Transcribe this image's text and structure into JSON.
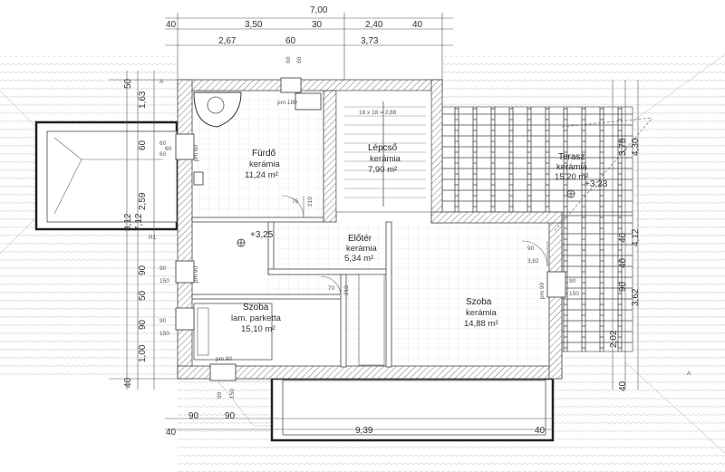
{
  "rooms": [
    {
      "name": "Fürdő",
      "floor": "kerámia",
      "area": "11,24 m²"
    },
    {
      "name": "Lépcső",
      "floor": "kerámia",
      "area": "7,90 m²"
    },
    {
      "name": "Terasz",
      "floor": "kerámia",
      "area": "15,20 m²"
    },
    {
      "name": "Előtér",
      "floor": "kerámia",
      "area": "5,34 m²"
    },
    {
      "name": "Szoba",
      "floor": "lam. parketta",
      "area": "15,10 m²"
    },
    {
      "name": "Szoba",
      "floor": "kerámia",
      "area": "14,88 m²"
    }
  ],
  "dims_top": {
    "total": "7,00",
    "left_40": "40",
    "right_40": "40",
    "a": "3,50",
    "b": "30",
    "c": "2,40",
    "d": "2,67",
    "e": "60",
    "f": "3,73"
  },
  "dims_left": {
    "total": "8,12",
    "inner": "7,12",
    "a": "50",
    "b": "1,63",
    "c": "60",
    "d": "2,59",
    "e": "90",
    "f": "50",
    "g": "90",
    "h": "1,00",
    "i": "40"
  },
  "dims_right": {
    "a": "3,78",
    "b": "4,30",
    "c": "40",
    "d": "4,12",
    "e": "40",
    "f": "90",
    "g": "3,62",
    "h": "2,02",
    "i": "40"
  },
  "dims_bottom": {
    "a": "40",
    "b": "90",
    "c": "90",
    "d": "9,39",
    "e": "40"
  },
  "levels": {
    "main": "+3,25",
    "terrace": "+3,23"
  },
  "windows": [
    {
      "code": "pm 180"
    },
    {
      "code": "pm 60"
    },
    {
      "code": "pm 90"
    },
    {
      "code": "pm 90"
    },
    {
      "code": "pm 90"
    }
  ],
  "window_dims": [
    "60",
    "60",
    "60",
    "60",
    "90",
    "150",
    "90",
    "150",
    "90",
    "150",
    "60",
    "60",
    "90",
    "150",
    "90"
  ],
  "doors": [
    "210",
    "210",
    "90",
    "75",
    "70"
  ],
  "misc": {
    "r1": "R1",
    "stair_note": "16 x 18 = 2,88",
    "percent": "3,62",
    "mark_a": "A",
    "mark_b": "A"
  }
}
